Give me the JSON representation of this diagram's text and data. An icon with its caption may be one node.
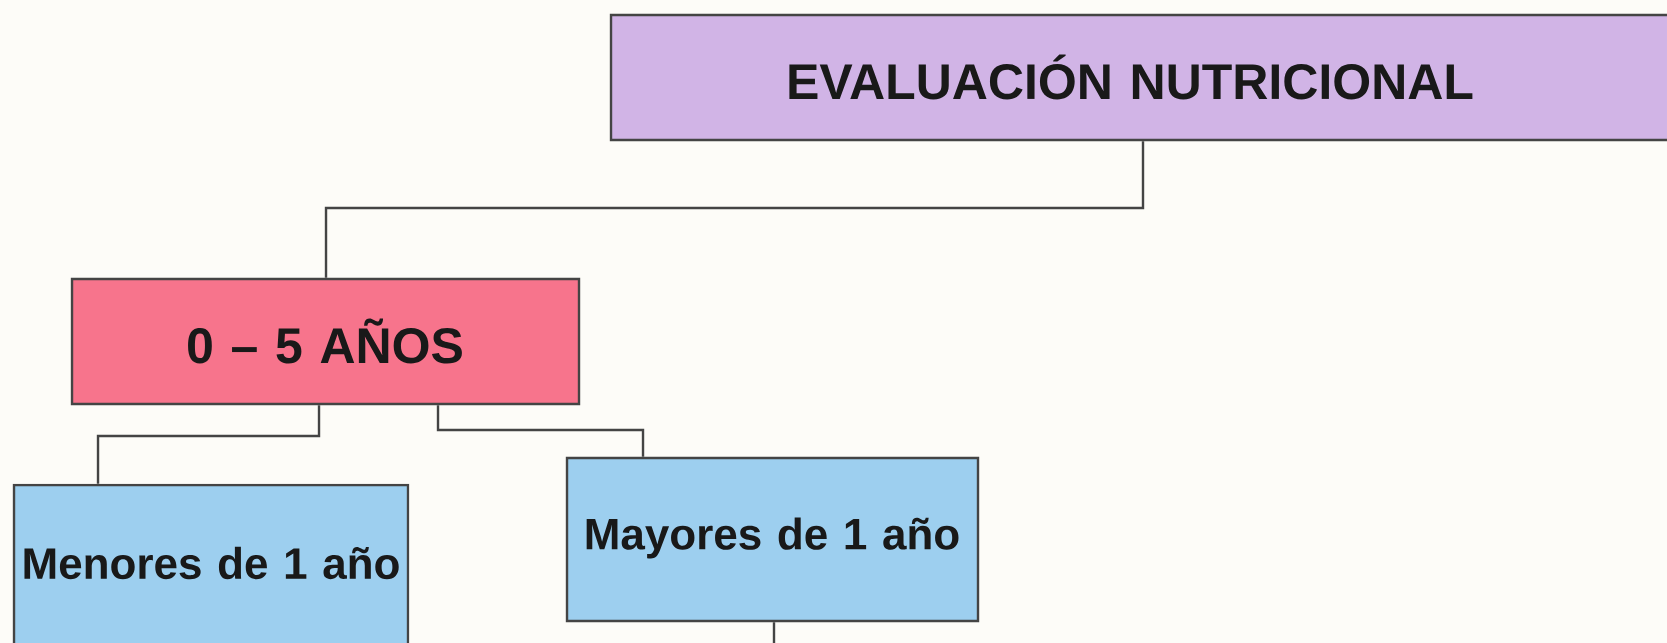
{
  "diagram": {
    "nodes": [
      {
        "text": [
          "EVALUACIÓN NUTRICIONAL"
        ]
      },
      {
        "text": [
          "0 – 5 AÑOS"
        ]
      },
      {
        "text": [
          "Menores de 1 año"
        ]
      },
      {
        "text": [
          "Mayores de 1 año"
        ]
      }
    ],
    "edges": [
      {
        "from": 0,
        "to": 1,
        "arrow": "none"
      },
      {
        "from": 1,
        "to": 2,
        "arrow": "none"
      },
      {
        "from": 1,
        "to": 3,
        "arrow": "none"
      },
      {
        "from": 3,
        "to": null,
        "arrow": "none"
      }
    ]
  }
}
